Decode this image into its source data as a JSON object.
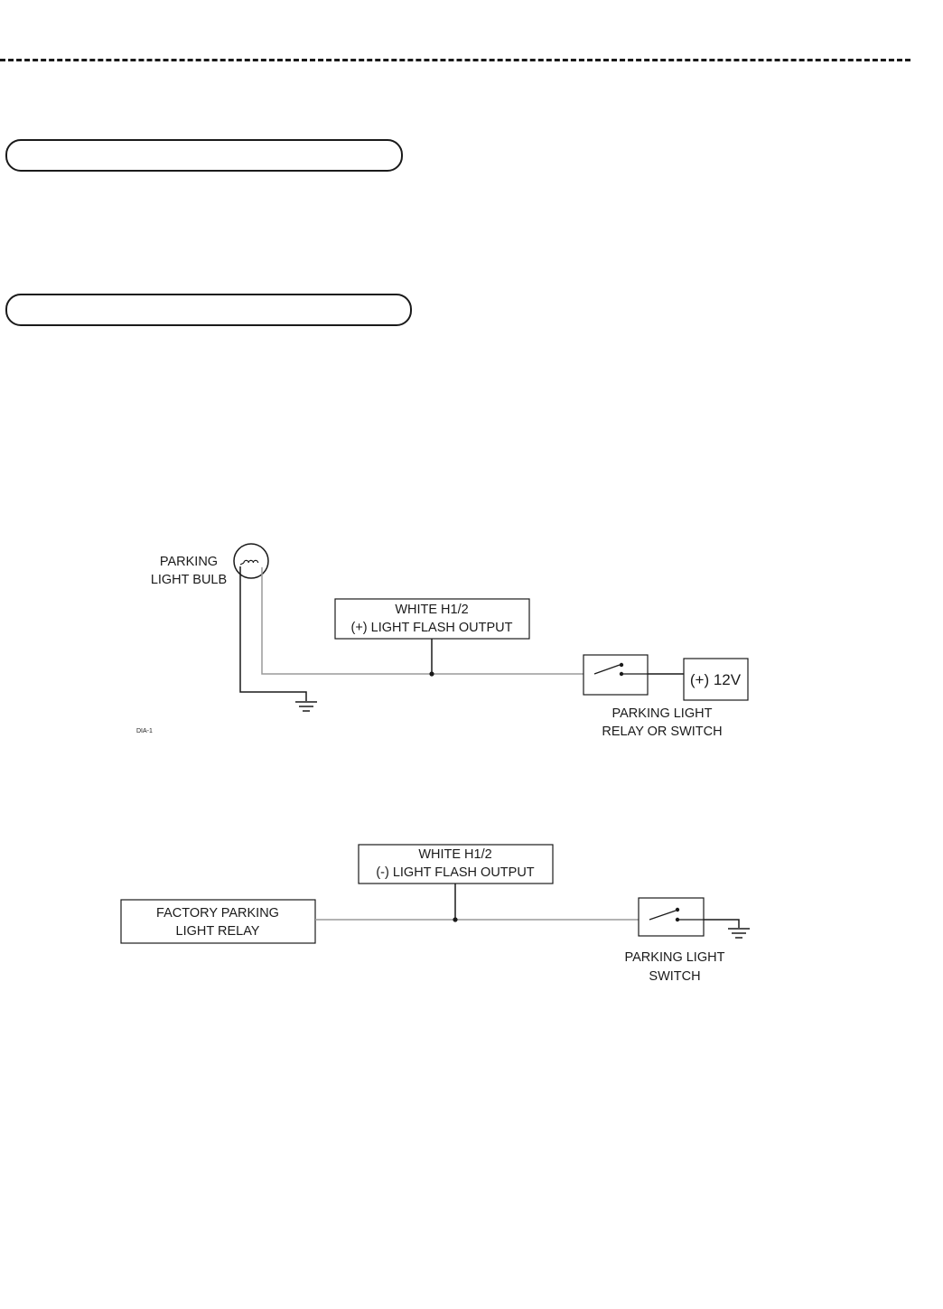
{
  "diagram_1": {
    "bulb_label": [
      "PARKING",
      "LIGHT BULB"
    ],
    "output_label": [
      "WHITE H1/2",
      "(+) LIGHT FLASH OUTPUT"
    ],
    "supply_label": "(+) 12V",
    "switch_label": [
      "PARKING LIGHT",
      "RELAY OR SWITCH"
    ],
    "diagram_id": "DIA-1"
  },
  "diagram_2": {
    "output_label": [
      "WHITE H1/2",
      "(-) LIGHT FLASH OUTPUT"
    ],
    "relay_label": [
      "FACTORY PARKING",
      "LIGHT RELAY"
    ],
    "switch_label": [
      "PARKING LIGHT",
      "SWITCH"
    ]
  }
}
